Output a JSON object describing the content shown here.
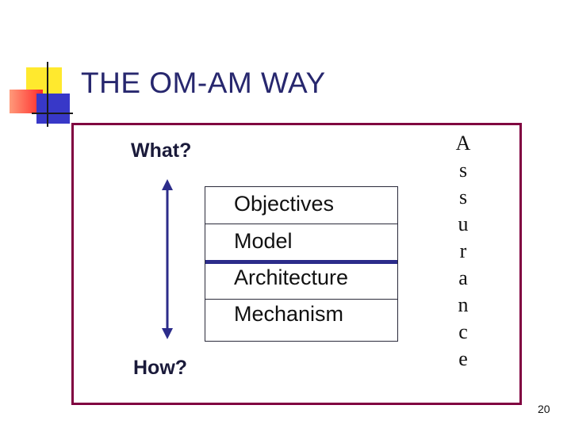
{
  "slide": {
    "title": "THE OM-AM WAY",
    "page_number": "20"
  },
  "diagram": {
    "top_label": "What?",
    "bottom_label": "How?",
    "levels": [
      "Objectives",
      "Model",
      "Architecture",
      "Mechanism"
    ],
    "side_letters": [
      "A",
      "s",
      "s",
      "u",
      "r",
      "a",
      "n",
      "c",
      "e"
    ]
  },
  "colors": {
    "title": "#27276e",
    "frame": "#800040",
    "arrow": "#2c2c8a",
    "divider_accent": "#2c2c8a",
    "deco_yellow": "#ffe92e",
    "deco_red": "#ff2a2a",
    "deco_blue": "#3838c8"
  }
}
